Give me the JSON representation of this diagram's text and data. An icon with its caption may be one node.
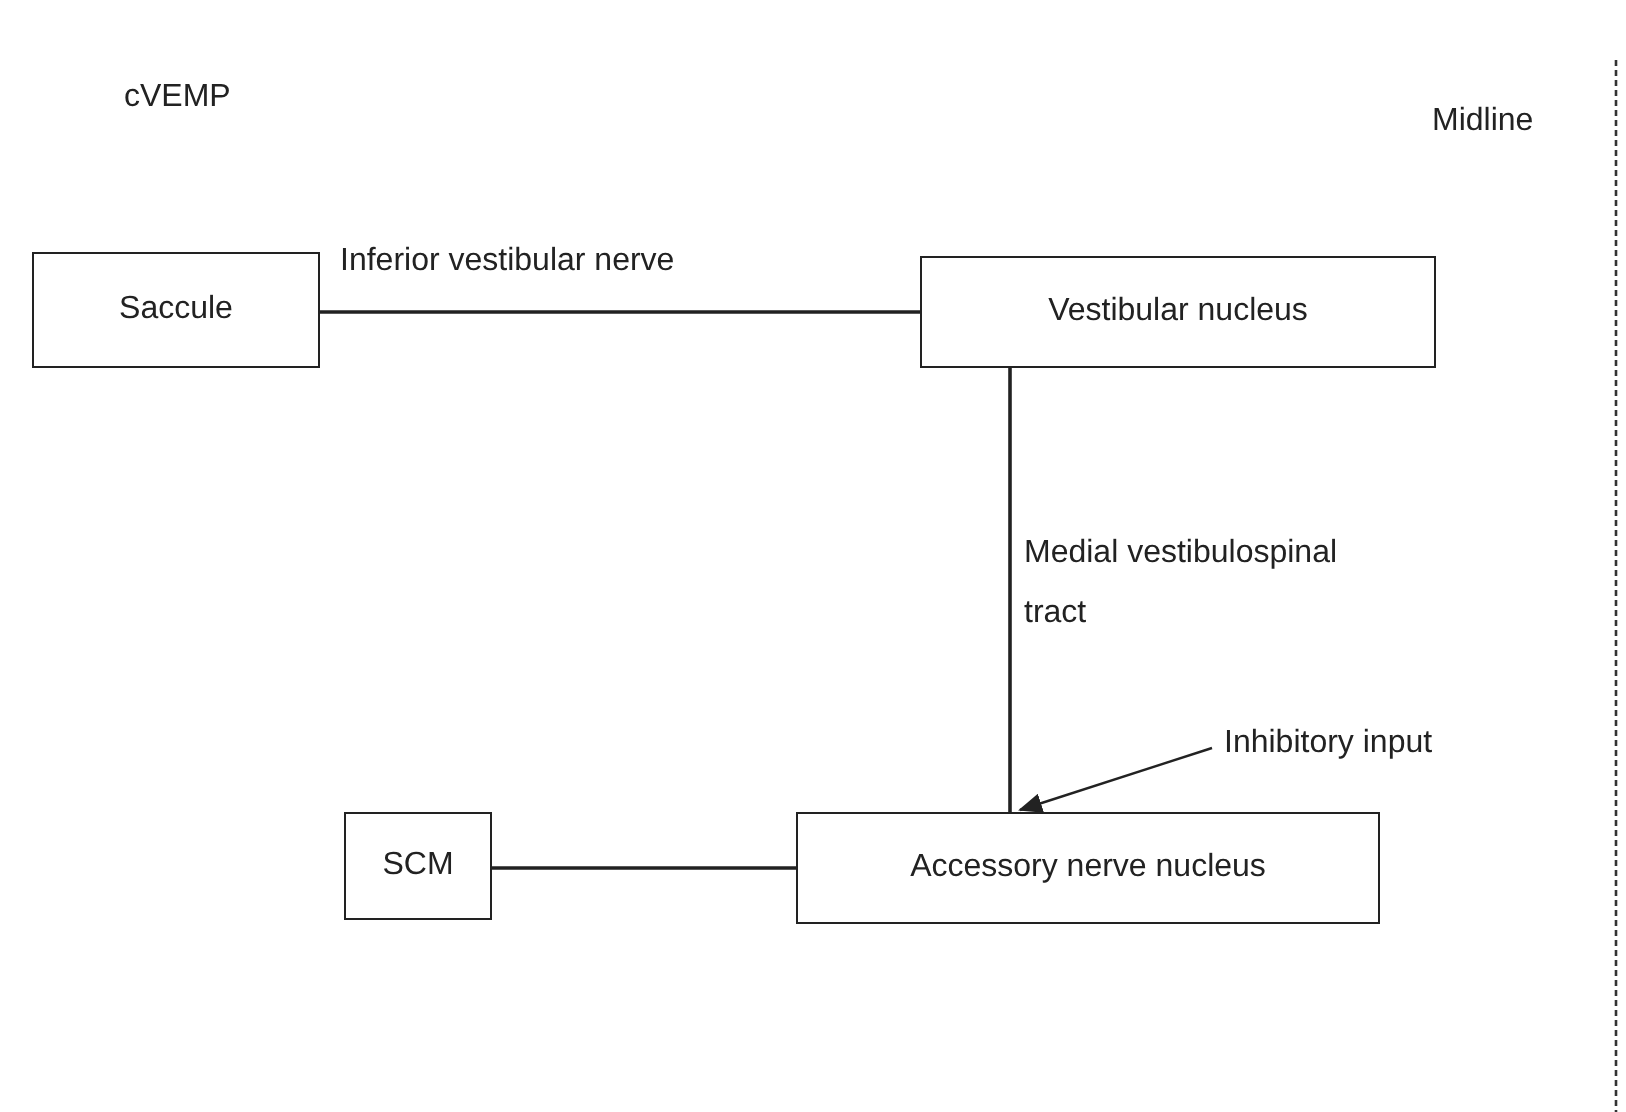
{
  "diagram": {
    "title": "cVEMP",
    "nodes": [
      {
        "text": [
          "Saccule"
        ]
      },
      {
        "text": [
          "Vestibular nucleus"
        ]
      },
      {
        "text": [
          "SCM"
        ]
      },
      {
        "text": [
          "Accessory nerve nucleus"
        ]
      },
      {
        "text": [
          "Inhibitory input"
        ]
      }
    ],
    "edges": [
      {
        "from": 0,
        "to": 1,
        "arrow": "none",
        "label": "Inferior vestibular nerve"
      },
      {
        "from": 1,
        "to": 3,
        "arrow": "none",
        "label": "Medial vestibulospinal tract"
      },
      {
        "from": 2,
        "to": 3,
        "arrow": "none"
      },
      {
        "from": 4,
        "to": 3,
        "arrow": "to"
      }
    ],
    "labels": [
      "Midline"
    ]
  }
}
